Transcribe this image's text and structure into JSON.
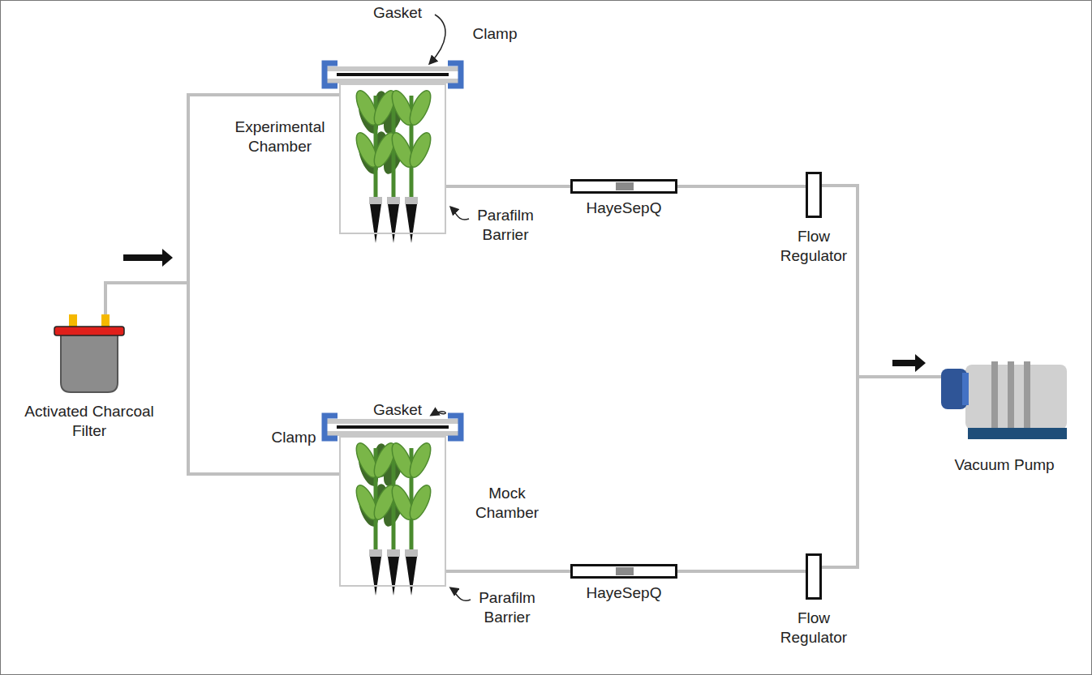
{
  "diagram": {
    "nodes": [
      {
        "text": [
          "Activated Charcoal Filter"
        ]
      },
      {
        "text": [
          "Experimental Chamber"
        ]
      },
      {
        "text": [
          "HayeSepQ"
        ]
      },
      {
        "text": [
          "Flow Regulator"
        ]
      },
      {
        "text": [
          "Mock Chamber"
        ]
      },
      {
        "text": [
          "HayeSepQ"
        ]
      },
      {
        "text": [
          "Flow Regulator"
        ]
      },
      {
        "text": [
          "Vacuum Pump"
        ]
      }
    ],
    "edges": [
      {
        "from": 0,
        "to": 1,
        "arrow": "none"
      },
      {
        "from": 0,
        "to": 4,
        "arrow": "none"
      },
      {
        "from": 1,
        "to": 2,
        "arrow": "none"
      },
      {
        "from": 2,
        "to": 3,
        "arrow": "none"
      },
      {
        "from": 3,
        "to": 7,
        "arrow": "none"
      },
      {
        "from": 4,
        "to": 5,
        "arrow": "none"
      },
      {
        "from": 5,
        "to": 6,
        "arrow": "none"
      },
      {
        "from": 6,
        "to": 7,
        "arrow": "none"
      }
    ],
    "labels": [
      "Gasket",
      "Clamp",
      "Parafilm Barrier",
      "Gasket",
      "Clamp",
      "Parafilm Barrier"
    ]
  }
}
